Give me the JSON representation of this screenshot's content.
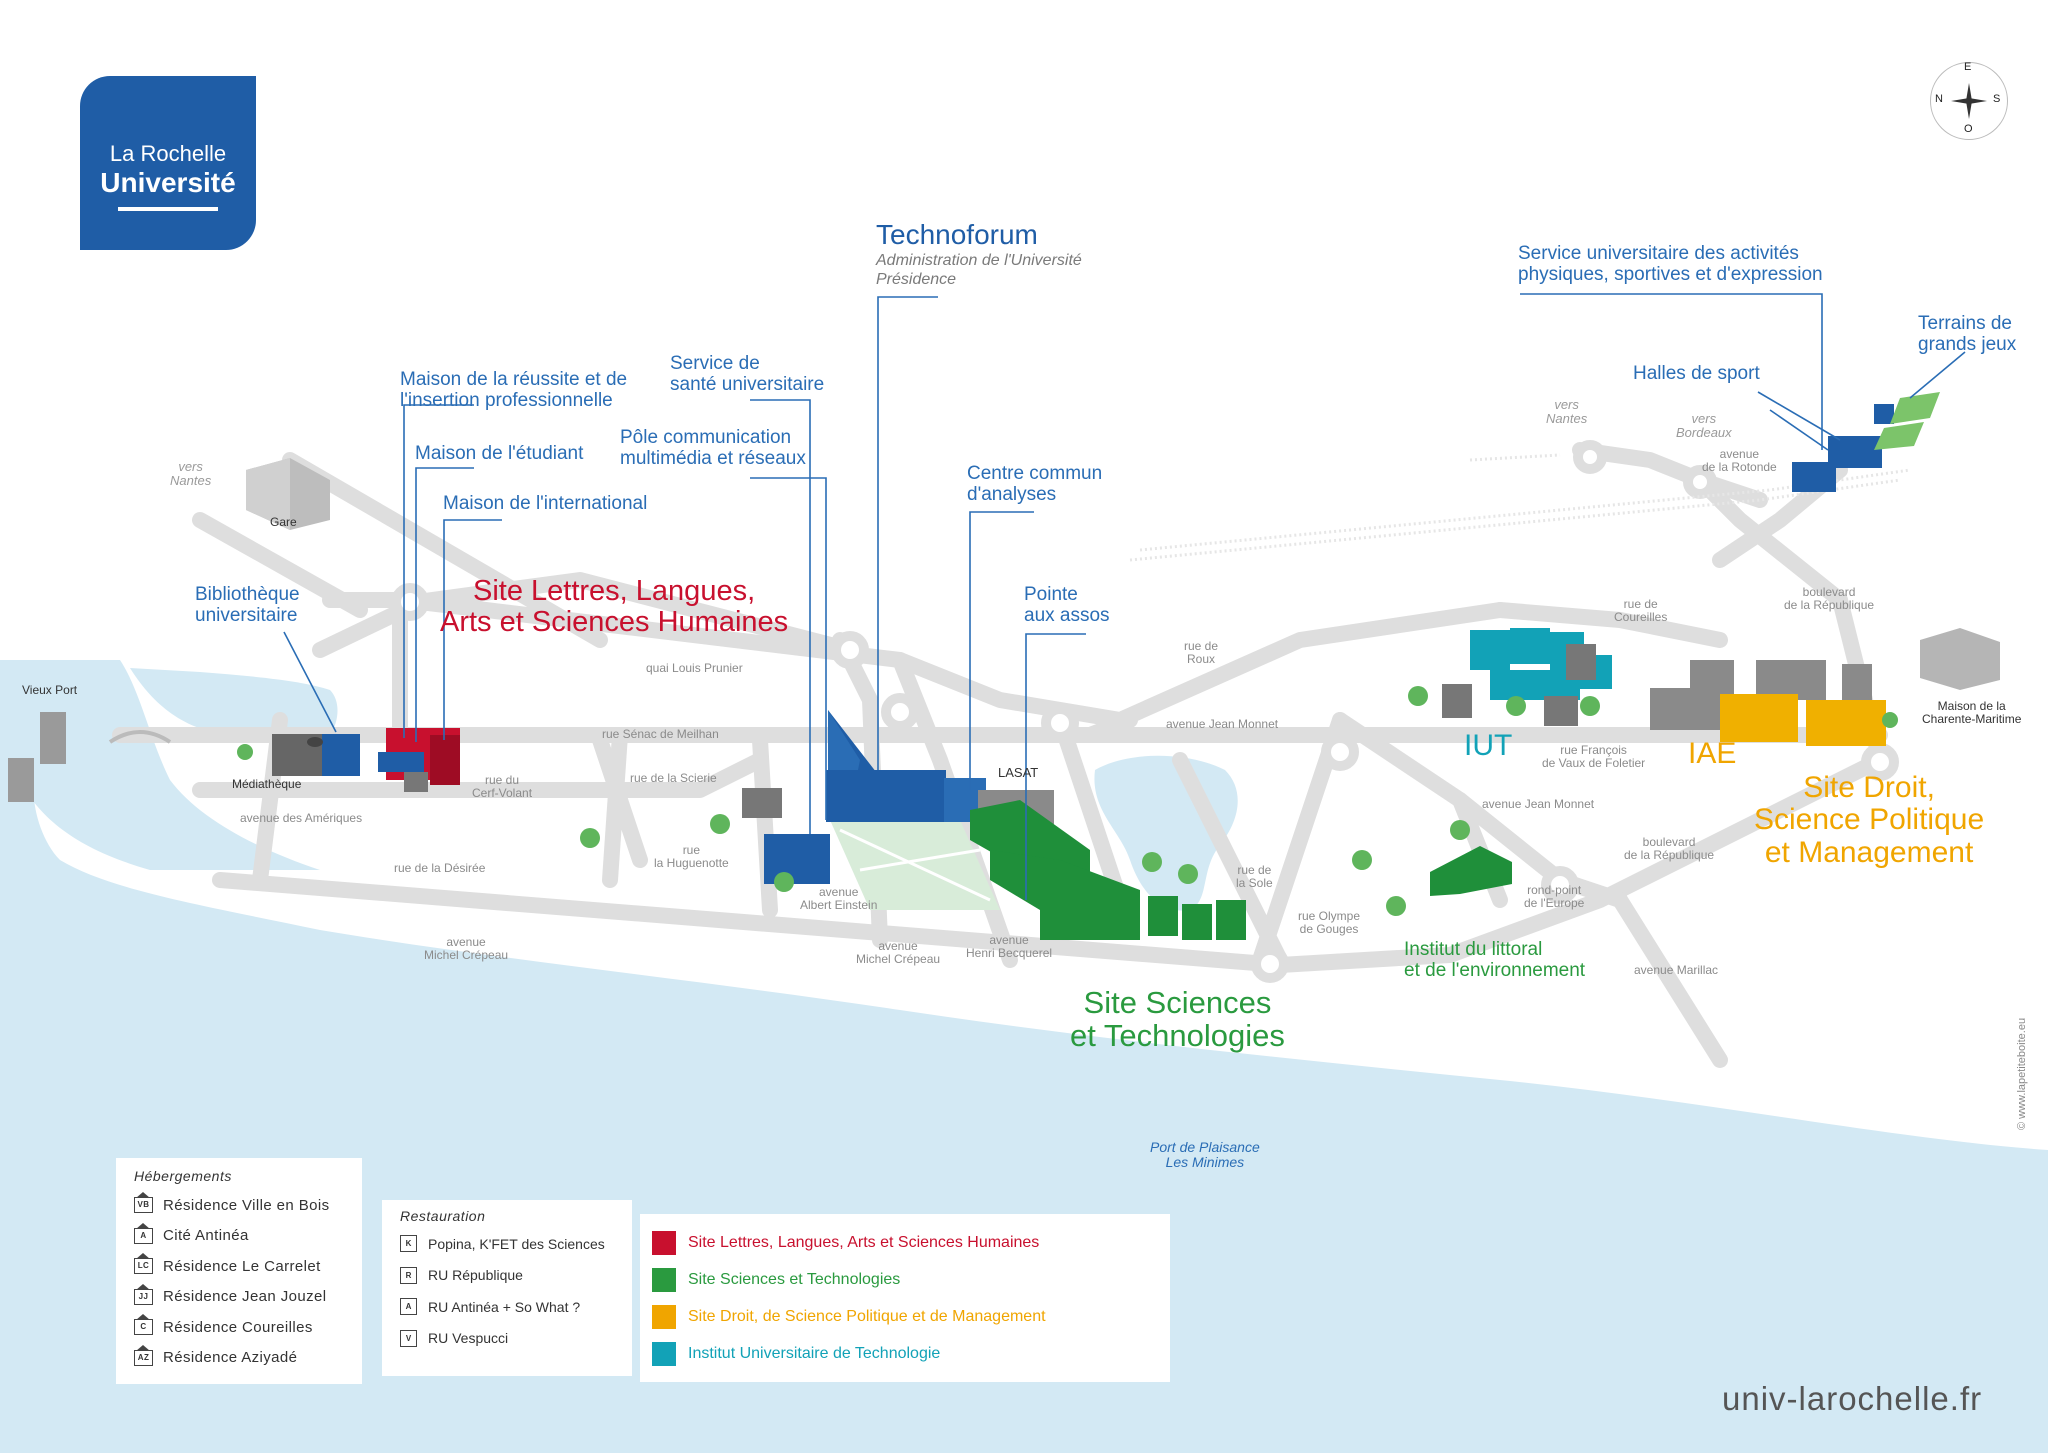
{
  "logo": {
    "line1": "La Rochelle",
    "line2": "Université"
  },
  "compass": {
    "n": "N",
    "e": "E",
    "s": "S",
    "o": "O"
  },
  "sites": {
    "lettres": "Site Lettres, Langues,\nArts et Sciences Humaines",
    "sciences": "Site Sciences\net Technologies",
    "droit": "Site Droit,\nScience Politique\net Management",
    "iut": "IUT",
    "iae": "IAE"
  },
  "technoforum": {
    "title": "Technoforum",
    "sub1": "Administration de l'Université",
    "sub2": "Présidence"
  },
  "buildings": {
    "bibliotheque": "Bibliothèque\nuniversitaire",
    "reussite": "Maison de la réussite et de\nl'insertion professionnelle",
    "etudiant": "Maison de l'étudiant",
    "international": "Maison de l'international",
    "sante": "Service de\nsanté universitaire",
    "pole": "Pôle communication\nmultimédia et réseaux",
    "centre": "Centre commun\nd'analyses",
    "pointe": "Pointe\naux assos",
    "suapse": "Service universitaire des activités\nphysiques, sportives et d'expression",
    "halles": "Halles de sport",
    "terrains": "Terrains de\ngrands jeux",
    "littoral": "Institut du littoral\net de l'environnement"
  },
  "places": {
    "gare": "Gare",
    "vieux_port": "Vieux Port",
    "mediatheque": "Médiathèque",
    "lasat": "LASAT",
    "charente": "Maison de la\nCharente-Maritime",
    "port_plaisance": "Port de Plaisance\nLes Minimes"
  },
  "directions": {
    "nantes1": "vers\nNantes",
    "nantes2": "vers\nNantes",
    "bordeaux": "vers\nBordeaux"
  },
  "streets": {
    "quai_prunier": "quai Louis Prunier",
    "senac": "rue Sénac de Meilhan",
    "sciérie": "rue de la Scierie",
    "cerf": "rue du\nCerf-Volant",
    "ameriques": "avenue des Amériques",
    "desiree": "rue  de la Désirée",
    "huguenotte": "rue\nla Huguenotte",
    "crepeau1": "avenue\nMichel Crépeau",
    "einstein": "avenue\nAlbert Einstein",
    "crepeau2": "avenue\nMichel Crépeau",
    "becquerel": "avenue\nHenri Becquerel",
    "roux": "rue de\nRoux",
    "monnet1": "avenue Jean Monnet",
    "monnet2": "avenue Jean Monnet",
    "sole": "rue de\nla Sole",
    "olympe": "rue Olympe\nde Gouges",
    "europe": "rond-point\nde l'Europe",
    "republique1": "boulevard\nde la République",
    "republique2": "boulevard\nde la République",
    "marillac": "avenue Marillac",
    "foletier": "rue François\nde Vaux de Foletier",
    "coureilles": "rue de\nCoureilles",
    "rotonde": "avenue\nde la Rotonde"
  },
  "hebergements": {
    "title": "Hébergements",
    "items": [
      {
        "code": "VB",
        "label": "Résidence Ville en Bois"
      },
      {
        "code": "A",
        "label": "Cité Antinéa"
      },
      {
        "code": "LC",
        "label": "Résidence Le Carrelet"
      },
      {
        "code": "JJ",
        "label": "Résidence Jean Jouzel"
      },
      {
        "code": "C",
        "label": "Résidence Coureilles"
      },
      {
        "code": "AZ",
        "label": "Résidence Aziyadé"
      }
    ]
  },
  "restauration": {
    "title": "Restauration",
    "items": [
      {
        "code": "K",
        "label": "Popina, K'FET des Sciences"
      },
      {
        "code": "R",
        "label": "RU République"
      },
      {
        "code": "A",
        "label": "RU Antinéa + So What ?"
      },
      {
        "code": "V",
        "label": "RU Vespucci"
      }
    ]
  },
  "legend": {
    "items": [
      {
        "label": "Site Lettres, Langues, Arts et Sciences Humaines",
        "color": "#c8102e"
      },
      {
        "label": "Site Sciences et Technologies",
        "color": "#2a9a3f"
      },
      {
        "label": "Site Droit, de Science Politique et de Management",
        "color": "#f0a500"
      },
      {
        "label": "Institut Universitaire de Technologie",
        "color": "#12a2b7"
      }
    ]
  },
  "url": "univ-larochelle.fr",
  "credit": "© www.lapetiteboite.eu"
}
